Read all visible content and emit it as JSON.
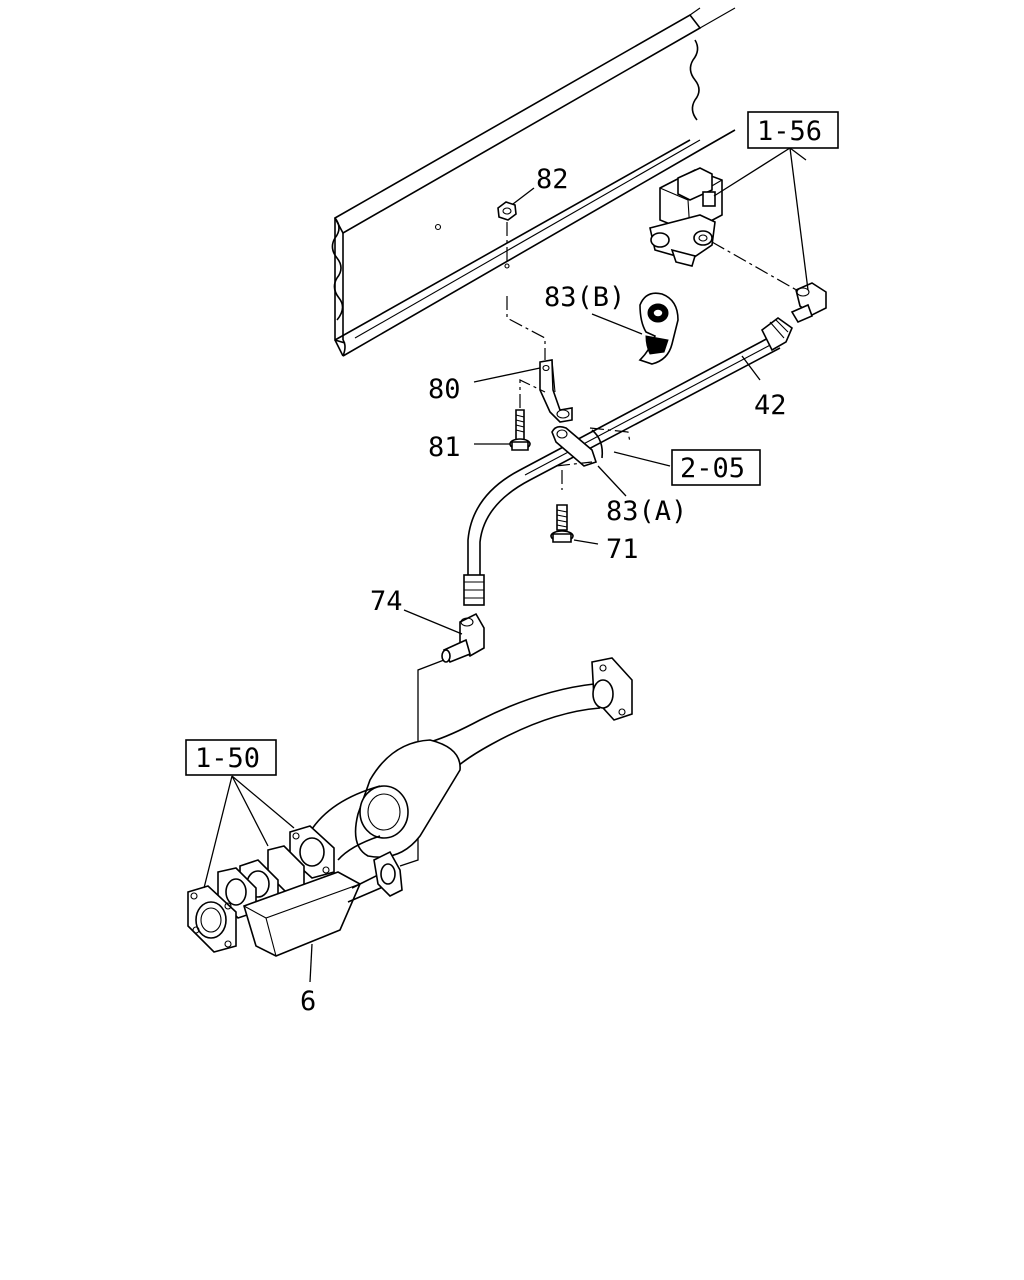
{
  "callouts": {
    "p82": "82",
    "p83b": "83(B)",
    "p80": "80",
    "p81": "81",
    "p42": "42",
    "p83a": "83(A)",
    "p71": "71",
    "p74": "74",
    "p6": "6"
  },
  "references": {
    "r156": "1-56",
    "r205": "2-05",
    "r150": "1-50"
  }
}
